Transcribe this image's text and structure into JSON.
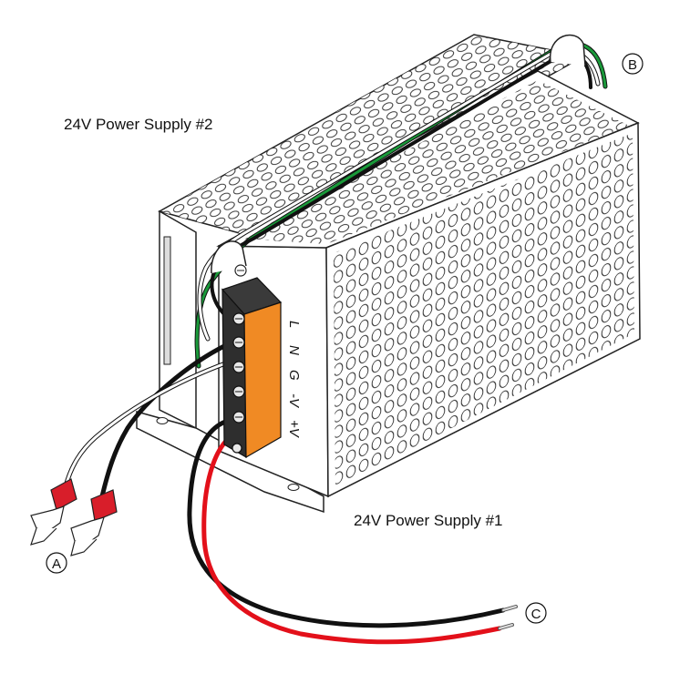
{
  "labels": {
    "supply_1": "24V Power Supply #1",
    "supply_2": "24V Power Supply #2"
  },
  "callouts": {
    "a": "A",
    "b": "B",
    "c": "C"
  },
  "terminals": [
    "L",
    "N",
    "G",
    "-V",
    "+V"
  ],
  "colors": {
    "terminal_block": "#f08a24",
    "wire_black": "#111111",
    "wire_white": "#ffffff",
    "wire_green": "#1a9a3a",
    "wire_red": "#e3101a",
    "crimp_red": "#d81e2a"
  }
}
